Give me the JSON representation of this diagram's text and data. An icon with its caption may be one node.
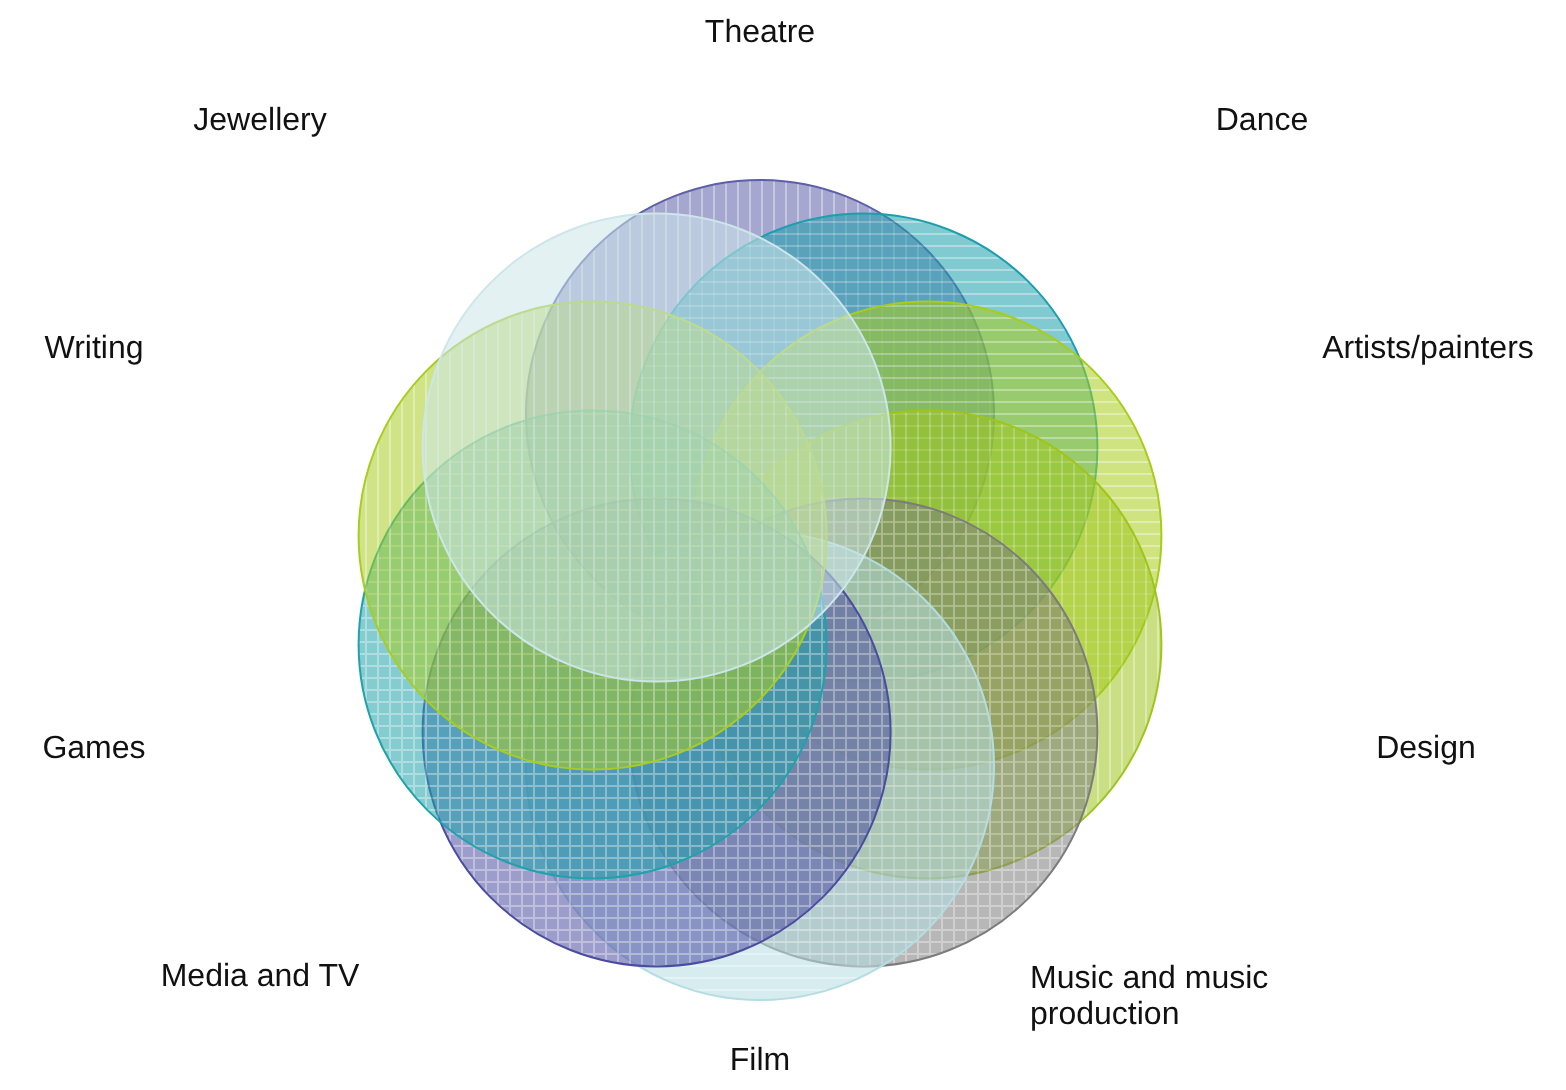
{
  "diagram": {
    "labels": [
      "Theatre",
      "Jewellery",
      "Dance",
      "Writing",
      "Artists/painters",
      "Games",
      "Design",
      "Media and TV",
      "Music and music production",
      "Film"
    ]
  }
}
